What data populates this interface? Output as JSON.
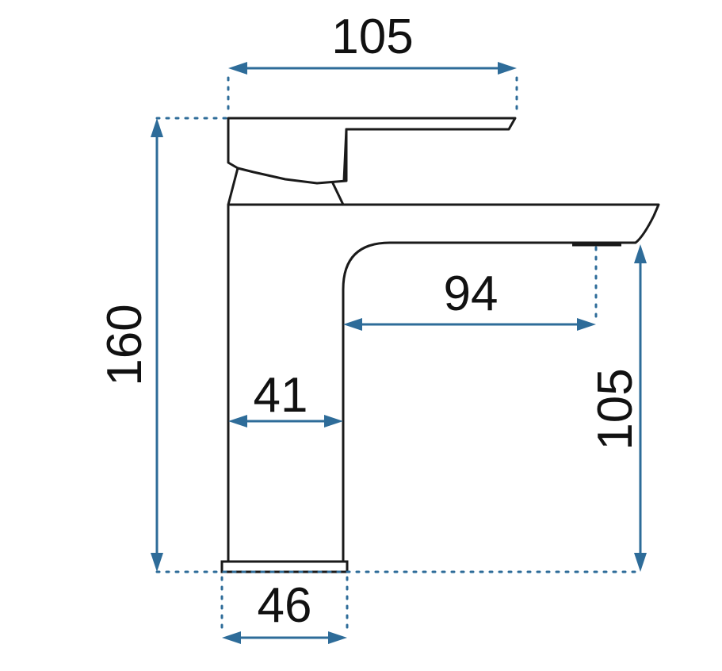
{
  "dimensions": {
    "handle_width": "105",
    "total_height": "160",
    "spout_reach": "94",
    "body_width": "41",
    "spout_height": "105",
    "base_width": "46"
  },
  "colors": {
    "dimension_lines": "#2e6c99",
    "outline": "#1a1a1a",
    "background": "#ffffff"
  }
}
